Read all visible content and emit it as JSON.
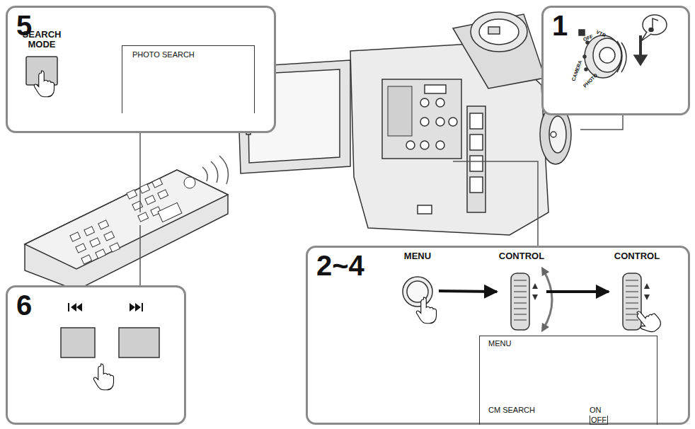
{
  "diagram": {
    "nodes": [
      {
        "text": [
          "5"
        ]
      },
      {
        "text": [
          "SEARCH MODE"
        ],
        "in": 0
      },
      {
        "text": [
          "PHOTO SEARCH"
        ],
        "in": 0
      },
      {
        "text": [
          "1"
        ]
      },
      {
        "text": [
          "6"
        ]
      },
      {
        "text": [
          "2~4"
        ]
      },
      {
        "text": [
          "MENU"
        ],
        "in": 5
      },
      {
        "text": [
          "CONTROL"
        ],
        "in": 5
      },
      {
        "text": [
          "CONTROL"
        ],
        "in": 5
      },
      {
        "text": [
          "MENU",
          "CM SEARCH",
          "ON",
          "OFF"
        ],
        "in": 5
      }
    ],
    "edges": [
      {
        "from": 6,
        "to": 7,
        "arrow": "to"
      },
      {
        "from": 7,
        "to": 8,
        "arrow": "to"
      }
    ],
    "labels": [
      "CAMERA",
      "OFF",
      "VTR",
      "PHOTO"
    ]
  }
}
